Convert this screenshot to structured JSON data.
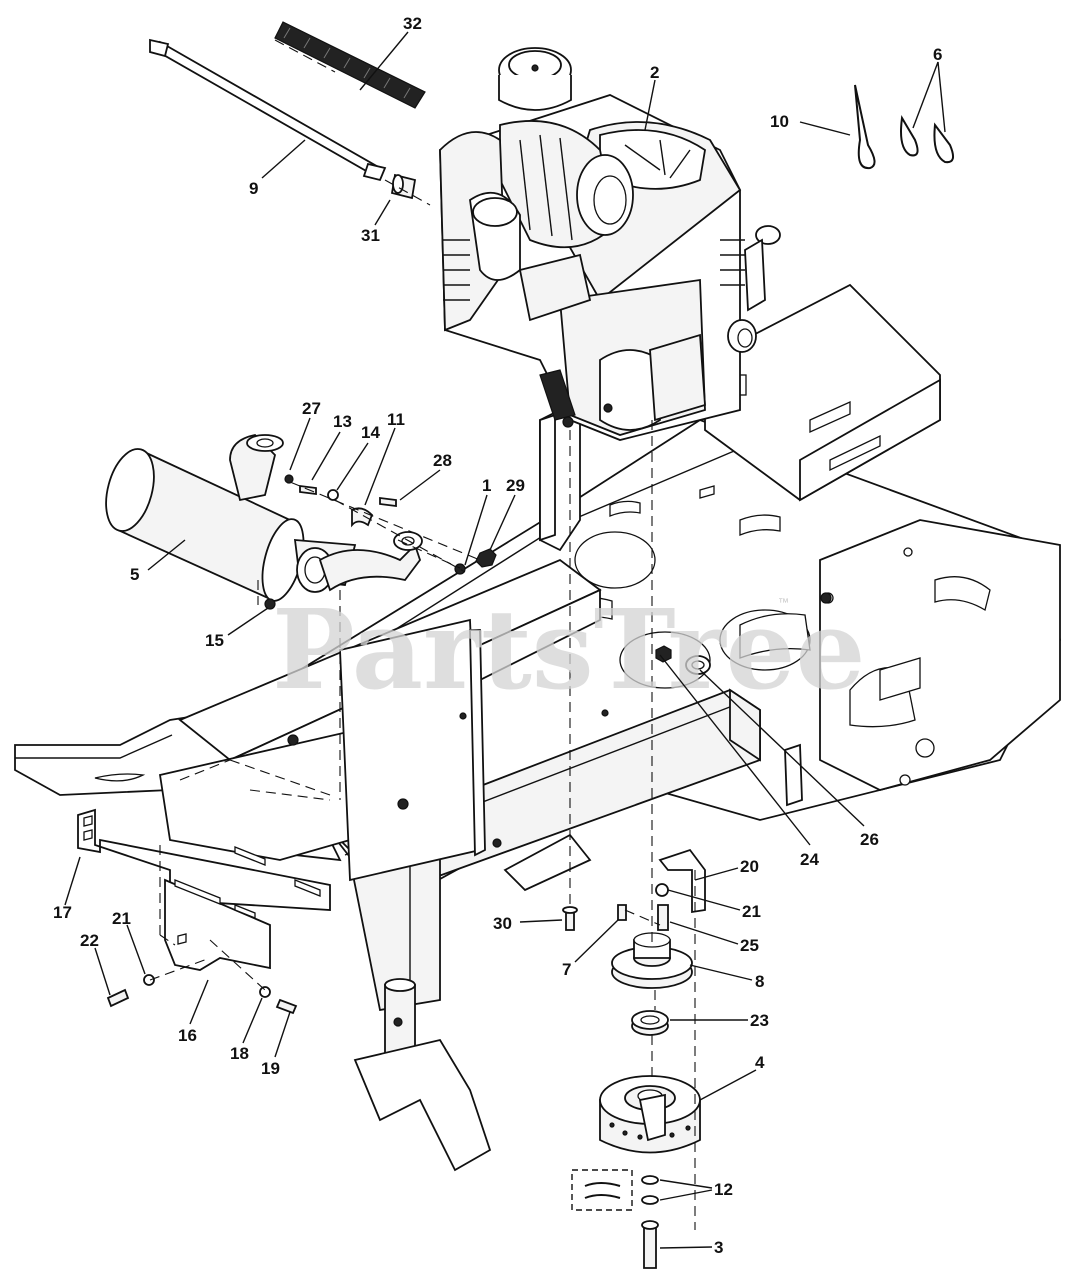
{
  "watermark": {
    "text": "PartsTree",
    "trademark": "™"
  },
  "callouts": [
    {
      "id": "c32",
      "text": "32"
    },
    {
      "id": "c2",
      "text": "2"
    },
    {
      "id": "c6",
      "text": "6"
    },
    {
      "id": "c10",
      "text": "10"
    },
    {
      "id": "c9",
      "text": "9"
    },
    {
      "id": "c31",
      "text": "31"
    },
    {
      "id": "c27",
      "text": "27"
    },
    {
      "id": "c13",
      "text": "13"
    },
    {
      "id": "c14",
      "text": "14"
    },
    {
      "id": "c11",
      "text": "11"
    },
    {
      "id": "c28",
      "text": "28"
    },
    {
      "id": "c1",
      "text": "1"
    },
    {
      "id": "c29",
      "text": "29"
    },
    {
      "id": "c5",
      "text": "5"
    },
    {
      "id": "c15",
      "text": "15"
    },
    {
      "id": "c26",
      "text": "26"
    },
    {
      "id": "c24",
      "text": "24"
    },
    {
      "id": "c20",
      "text": "20"
    },
    {
      "id": "c21a",
      "text": "21"
    },
    {
      "id": "c30",
      "text": "30"
    },
    {
      "id": "c25",
      "text": "25"
    },
    {
      "id": "c7",
      "text": "7"
    },
    {
      "id": "c8",
      "text": "8"
    },
    {
      "id": "c23",
      "text": "23"
    },
    {
      "id": "c4",
      "text": "4"
    },
    {
      "id": "c12",
      "text": "12"
    },
    {
      "id": "c3",
      "text": "3"
    },
    {
      "id": "c17",
      "text": "17"
    },
    {
      "id": "c21b",
      "text": "21"
    },
    {
      "id": "c22",
      "text": "22"
    },
    {
      "id": "c16",
      "text": "16"
    },
    {
      "id": "c18",
      "text": "18"
    },
    {
      "id": "c19",
      "text": "19"
    }
  ]
}
